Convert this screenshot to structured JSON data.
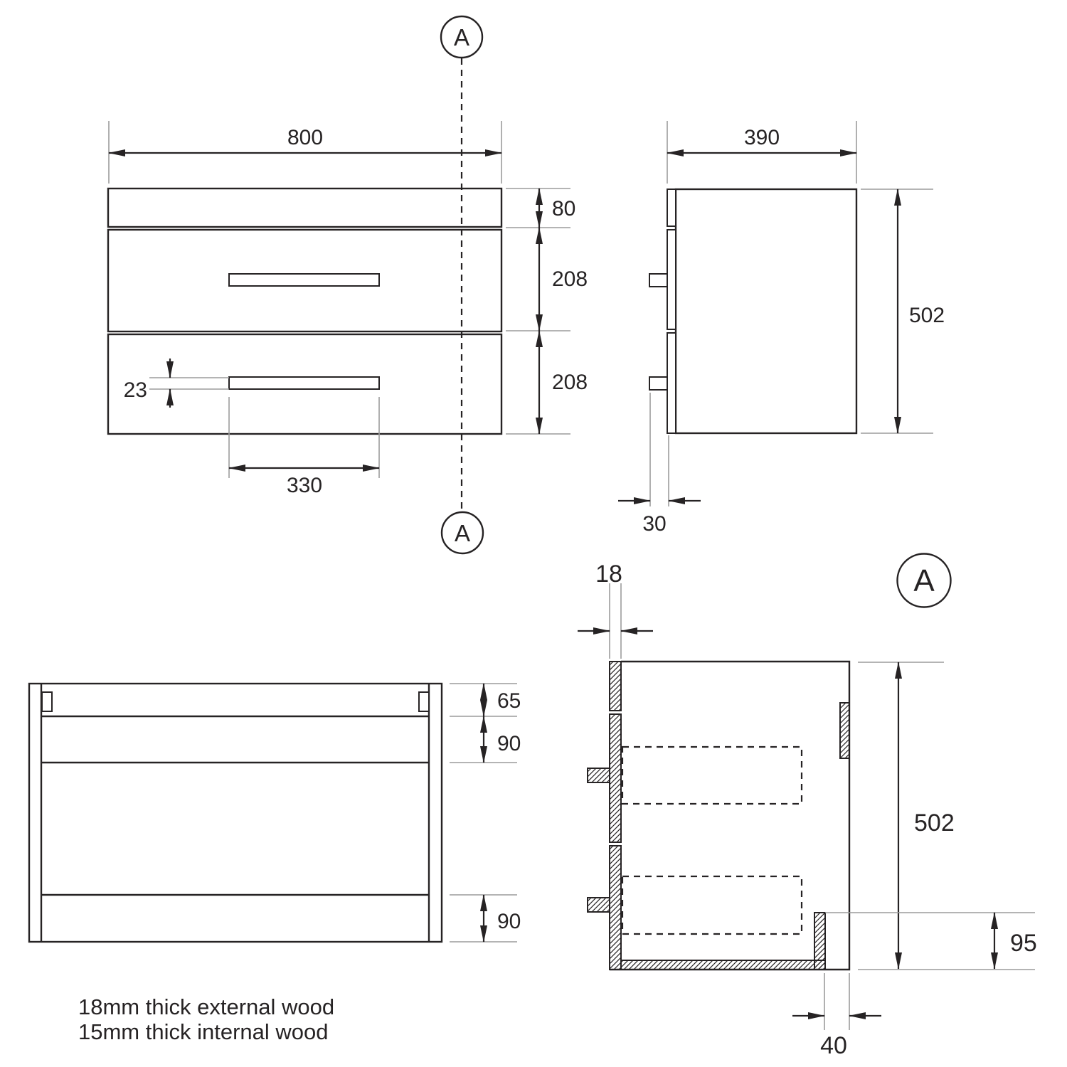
{
  "labels": {
    "section_marker": "A",
    "front": {
      "width": "800",
      "top_height": "80",
      "drawer1_height": "208",
      "drawer2_height": "208",
      "handle_height": "23",
      "handle_width": "330"
    },
    "side": {
      "depth": "390",
      "height": "502",
      "front_offset": "30"
    },
    "back": {
      "top_rail": "65",
      "under_rail": "90",
      "bottom_rail": "90"
    },
    "section": {
      "front_thickness": "18",
      "height": "502",
      "back_rail_height": "95",
      "back_gap": "40"
    },
    "notes": [
      "18mm thick external wood",
      "15mm thick internal wood"
    ]
  }
}
